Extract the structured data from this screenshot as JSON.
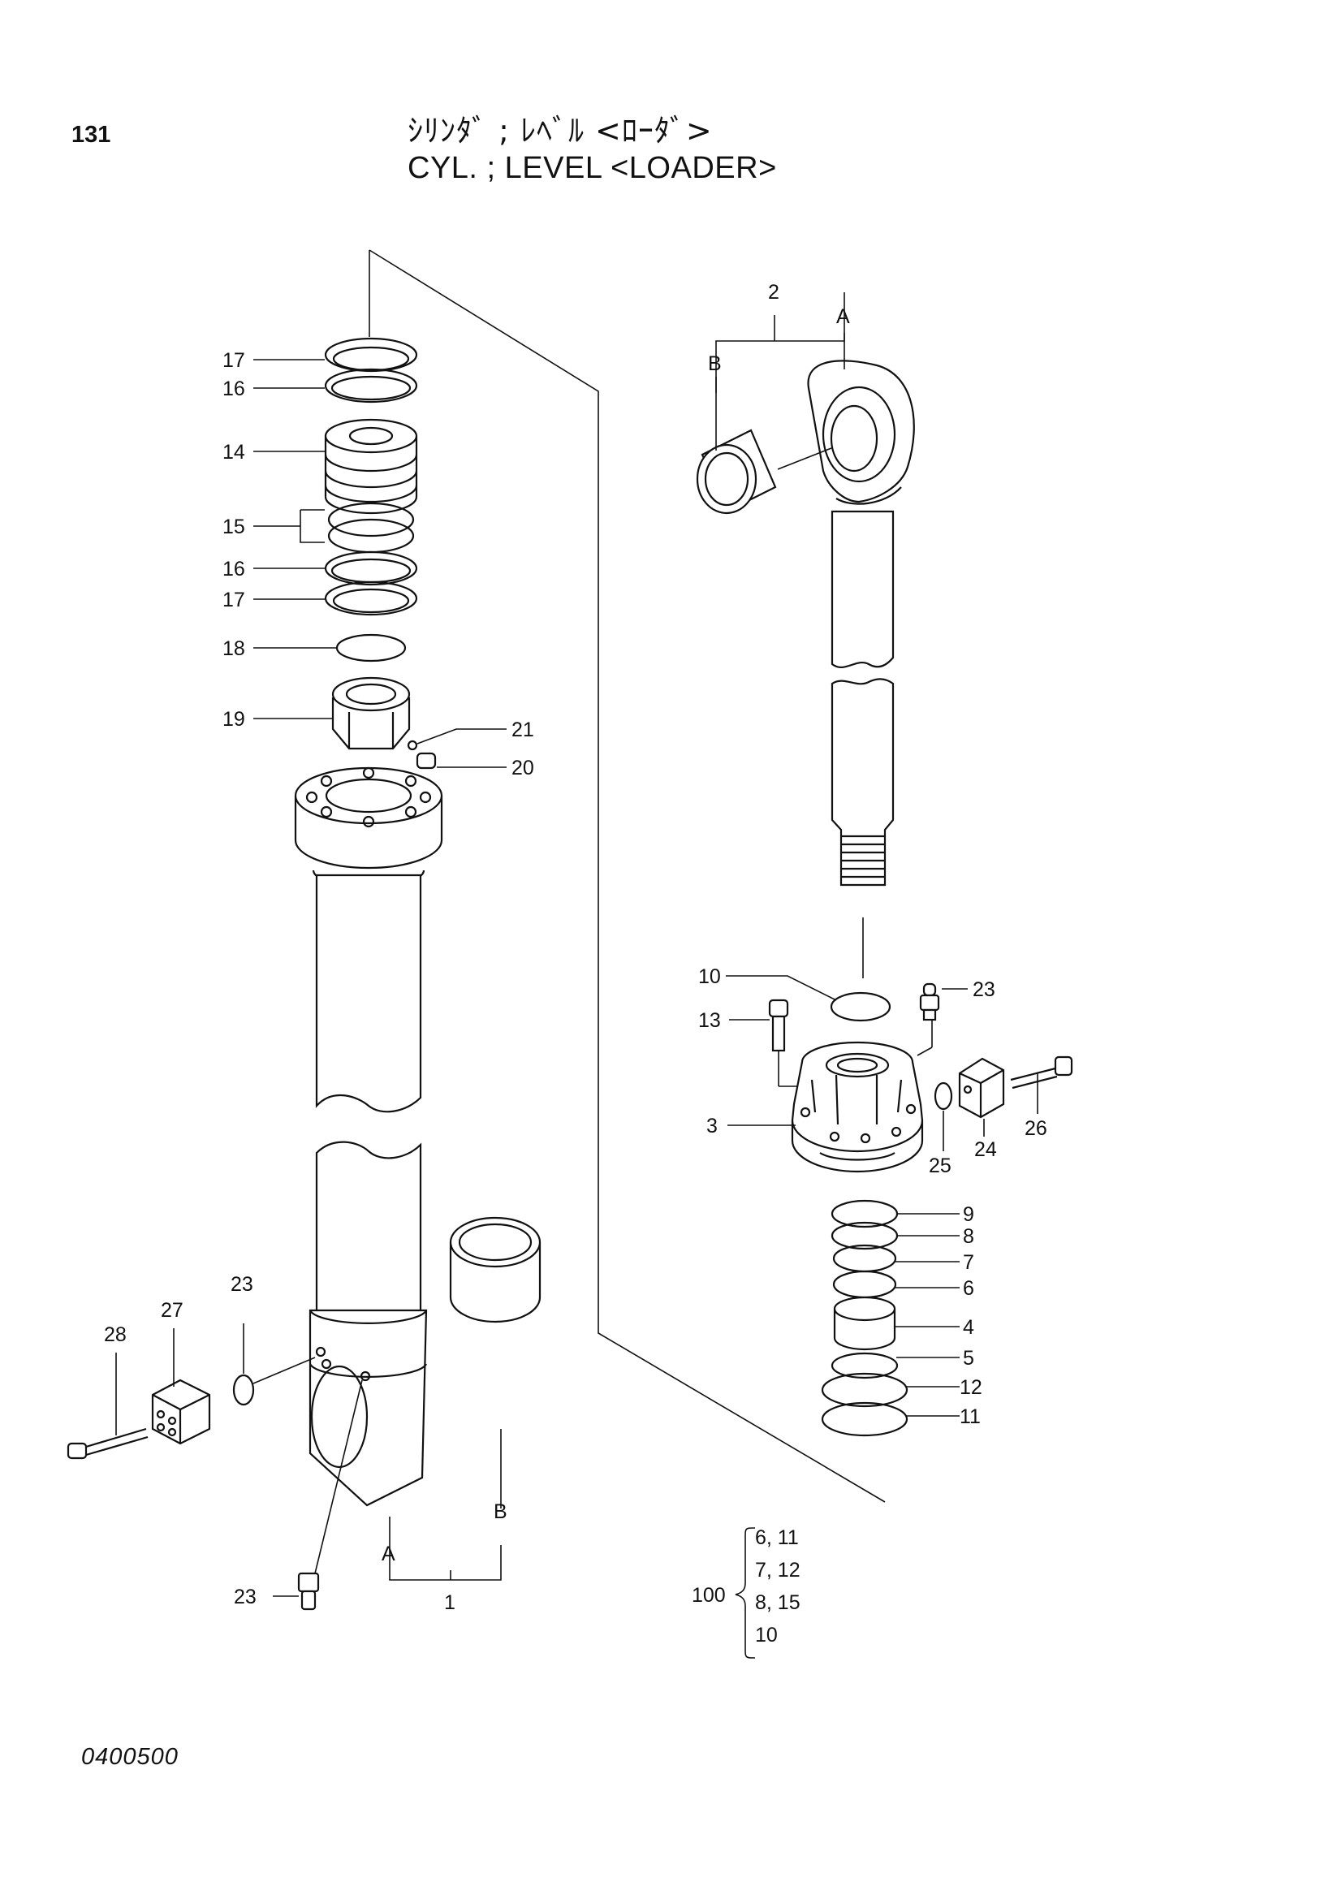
{
  "header": {
    "page_number": "131",
    "title_jp": "ｼﾘﾝﾀﾞ ; ﾚﾍﾞﾙ <ﾛｰﾀﾞ>",
    "title_en": "CYL. ; LEVEL <LOADER>"
  },
  "footer": {
    "code": "0400500"
  },
  "callouts": {
    "c17a": "17",
    "c16a": "16",
    "c14": "14",
    "c15": "15",
    "c16b": "16",
    "c17b": "17",
    "c18": "18",
    "c19": "19",
    "c21": "21",
    "c20": "20",
    "c2": "2",
    "c2A": "A",
    "c2B": "B",
    "c10": "10",
    "c13": "13",
    "c23a": "23",
    "c3": "3",
    "c25": "25",
    "c24": "24",
    "c26": "26",
    "c9": "9",
    "c8": "8",
    "c7": "7",
    "c6": "6",
    "c4": "4",
    "c5": "5",
    "c12": "12",
    "c11": "11",
    "c23b": "23",
    "c27": "27",
    "c28": "28",
    "c23c": "23",
    "c1A": "A",
    "c1B": "B",
    "c1": "1"
  },
  "kit": {
    "label": "100",
    "items": [
      "6, 11",
      "7, 12",
      "8, 15",
      "10"
    ]
  }
}
